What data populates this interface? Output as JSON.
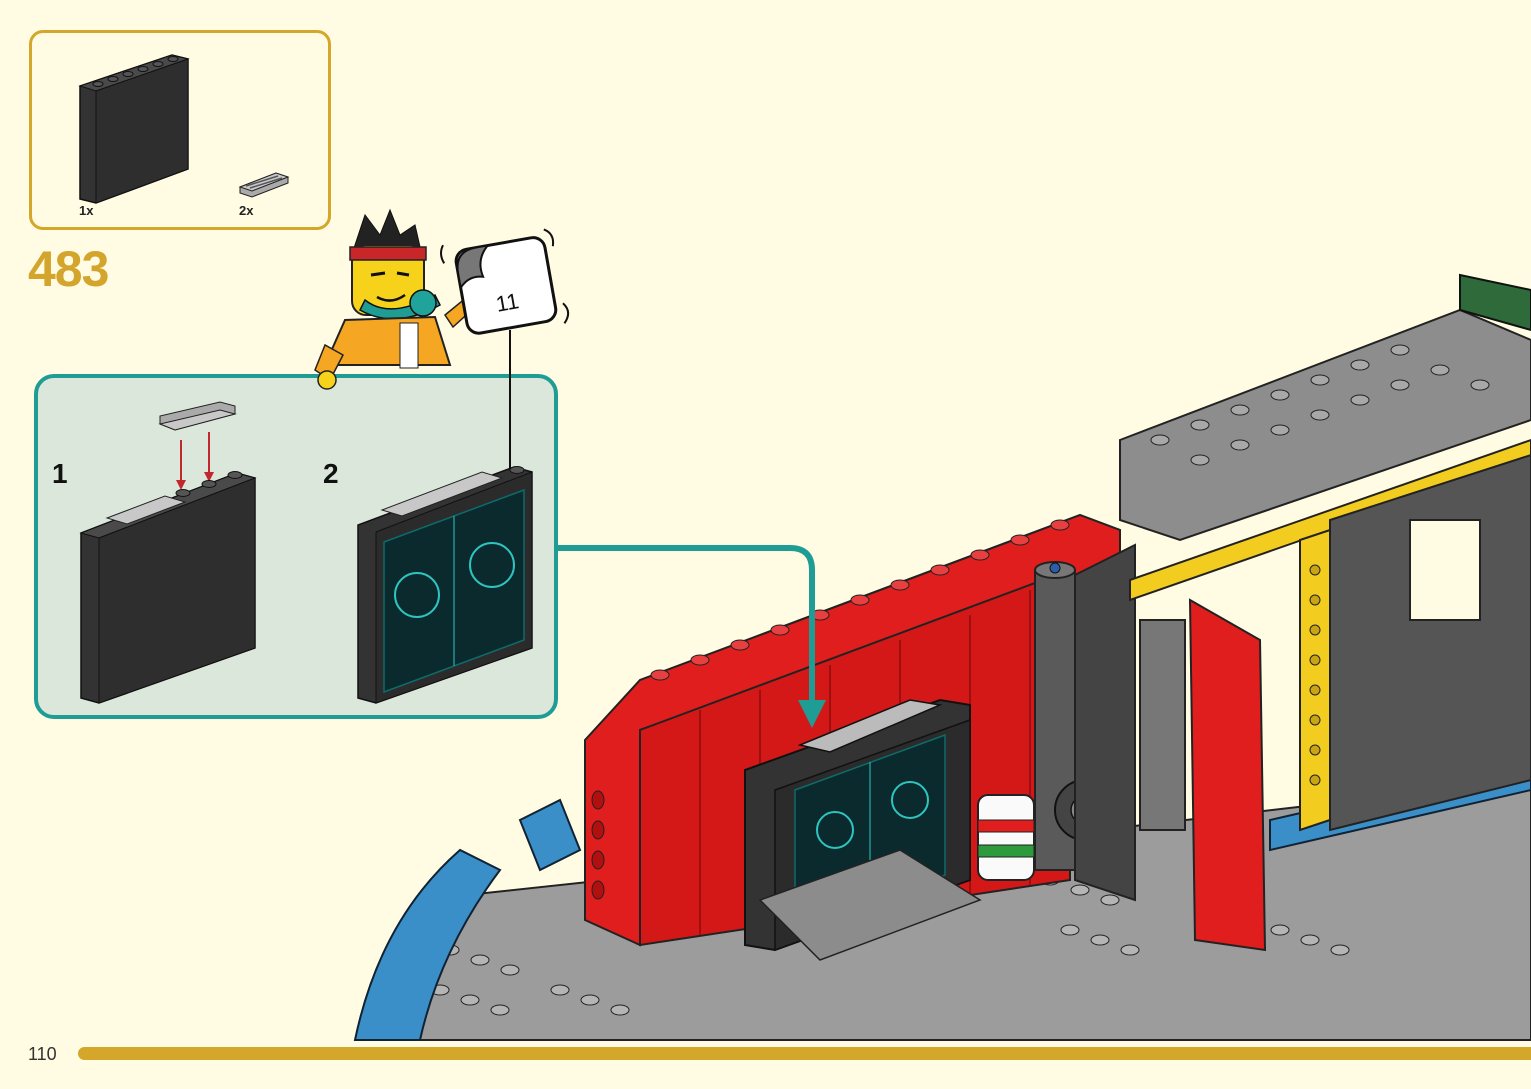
{
  "parts_list": {
    "items": [
      {
        "name": "dark-grey-panel-1x6x5",
        "quantity": "1x"
      },
      {
        "name": "grey-tile-grille-1x2",
        "quantity": "2x"
      }
    ]
  },
  "step": {
    "number": "483"
  },
  "sticker": {
    "number": "11"
  },
  "substeps": [
    {
      "number": "1"
    },
    {
      "number": "2"
    }
  ],
  "page": {
    "number": "110"
  },
  "colors": {
    "background": "#fffce3",
    "accent_gold": "#d4a62a",
    "callout_teal": "#1f9d95",
    "callout_fill": "#dce7dc",
    "brick_red": "#e01e1e",
    "brick_dark_grey": "#3a3a3a",
    "brick_light_grey": "#9a9a9a",
    "brick_yellow": "#f2cd1f",
    "brick_blue": "#3b8fc9"
  }
}
